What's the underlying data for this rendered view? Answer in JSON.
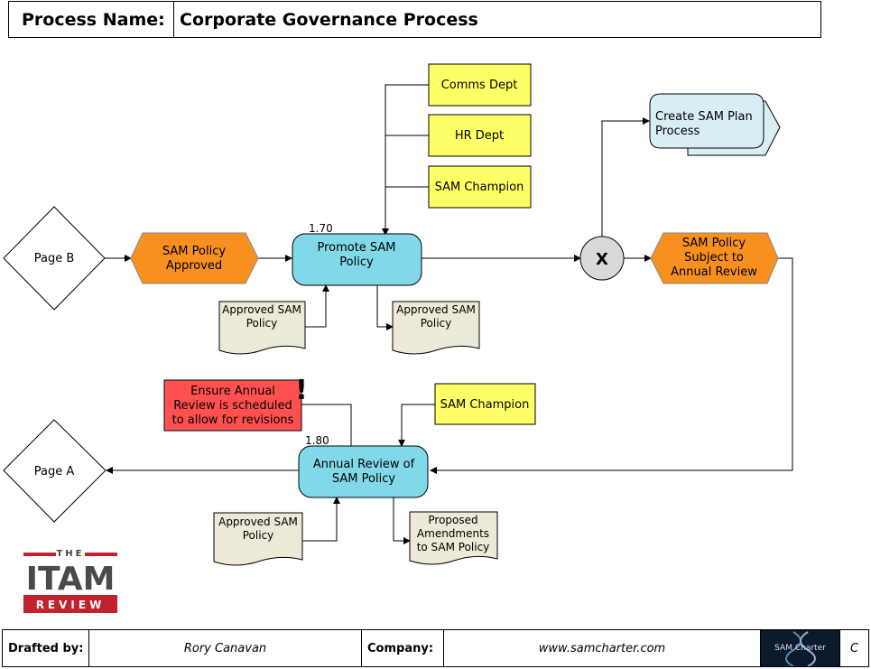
{
  "header": {
    "label": "Process Name:",
    "value": "Corporate Governance Process"
  },
  "diagram": {
    "page_b": "Page B",
    "page_a": "Page A",
    "event_policy_approved": [
      "SAM Policy",
      "Approved"
    ],
    "step_170_number": "1.70",
    "step_170_label": [
      "Promote SAM",
      "Policy"
    ],
    "role_comms": "Comms Dept",
    "role_hr": "HR Dept",
    "role_champion_1": "SAM Champion",
    "doc_in_170": [
      "Approved SAM",
      "Policy"
    ],
    "doc_out_170": [
      "Approved SAM",
      "Policy"
    ],
    "gateway_label": "X",
    "subprocess_label": [
      "Create SAM Plan",
      "Process"
    ],
    "event_annual_review": [
      "SAM Policy",
      "Subject to",
      "Annual Review"
    ],
    "note_label": [
      "Ensure Annual",
      "Review is scheduled",
      "to allow for revisions"
    ],
    "note_icon": "!",
    "step_180_number": "1.80",
    "step_180_label": [
      "Annual Review of",
      "SAM Policy"
    ],
    "role_champion_2": "SAM Champion",
    "doc_in_180": [
      "Approved SAM",
      "Policy"
    ],
    "doc_out_180": [
      "Proposed",
      "Amendments",
      "to SAM Policy"
    ],
    "colors": {
      "process": "#80d8e8",
      "event": "#f7901e",
      "role": "#ffff66",
      "document": "#ece9d8",
      "note": "#ff5050",
      "subprocess": "#d8eef3",
      "gateway": "#d9d9d9"
    }
  },
  "logo": {
    "the": "THE",
    "itam": "ITAM",
    "review": "REVIEW"
  },
  "footer": {
    "drafted_label": "Drafted by:",
    "drafted_value": "Rory Canavan",
    "company_label": "Company:",
    "company_value": "www.samcharter.com",
    "brand_badge": "SAM Charter",
    "version": "C"
  }
}
